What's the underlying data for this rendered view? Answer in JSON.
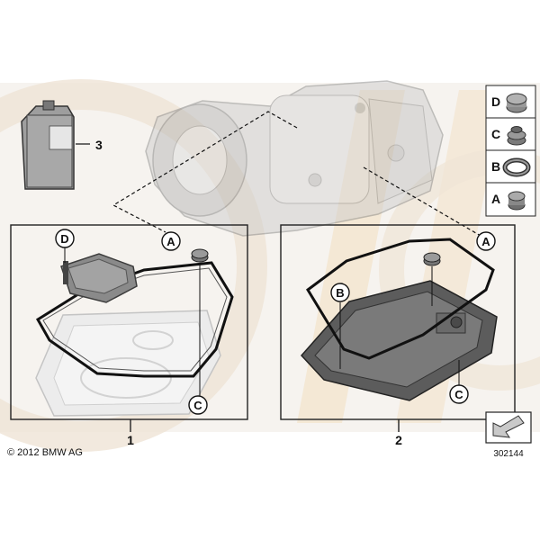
{
  "callouts": {
    "A": "A",
    "B": "B",
    "C": "C",
    "D": "D"
  },
  "parts": {
    "kit_1": "1",
    "kit_2": "2",
    "oil_can": "3"
  },
  "legend": [
    "D",
    "C",
    "B",
    "A"
  ],
  "footer": {
    "copyright": "© 2012 BMW AG",
    "diagram_number": "302144"
  },
  "colors": {
    "watermark": "#f2e8da",
    "part_grey": "#b9b9b9",
    "pan_dark": "#5c5c5c",
    "line": "#111111"
  }
}
